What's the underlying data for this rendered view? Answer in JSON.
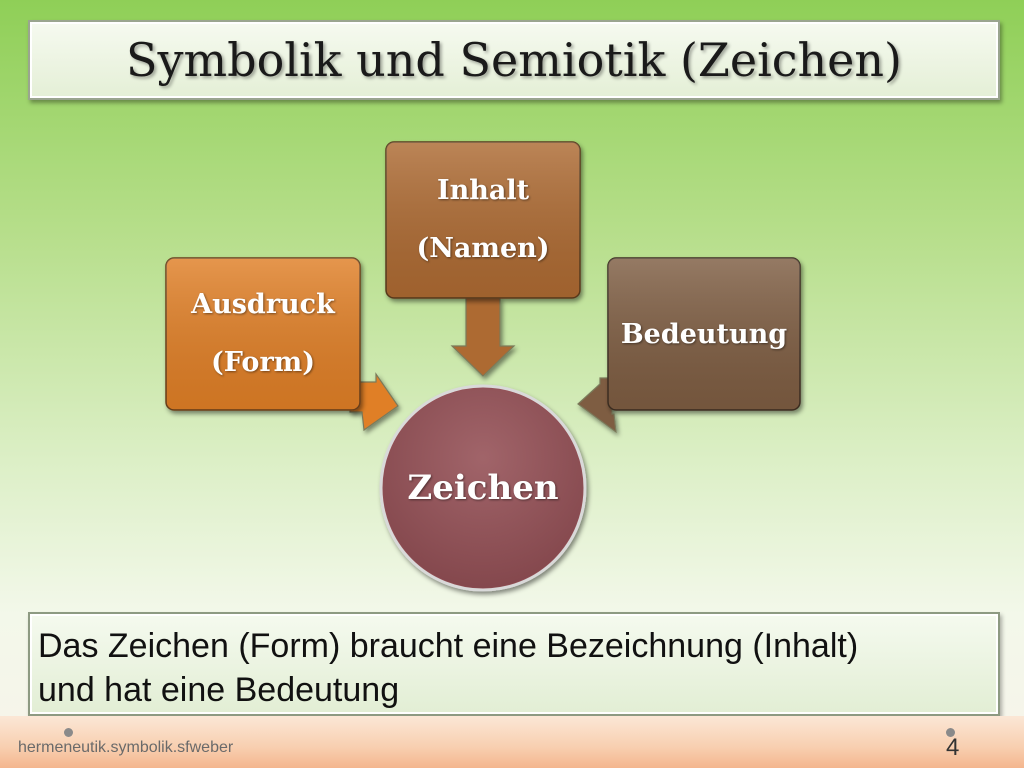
{
  "title": "Symbolik und Semiotik (Zeichen)",
  "diagram": {
    "center": {
      "label": "Zeichen",
      "color": "#944f55"
    },
    "nodes": [
      {
        "line1": "Ausdruck",
        "line2": "(Form)",
        "color": "#e07f25"
      },
      {
        "line1": "Inhalt",
        "line2": "(Namen)",
        "color": "#ad6b30"
      },
      {
        "line1": "Bedeutung",
        "line2": "",
        "color": "#7e5d42"
      }
    ]
  },
  "caption": "Das Zeichen (Form) braucht eine Bezeichnung (Inhalt) und hat eine Bedeutung",
  "footer": {
    "source": "hermeneutik.symbolik.sfweber",
    "page": "4"
  }
}
